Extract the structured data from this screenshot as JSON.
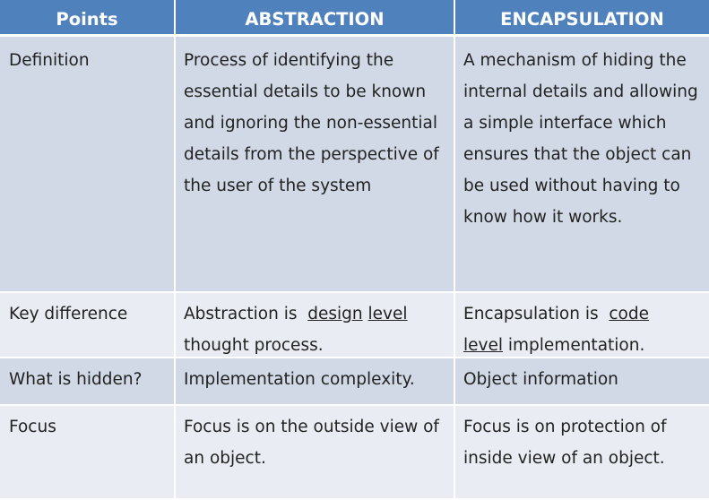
{
  "header": {
    "points": "Points",
    "abstraction": "ABSTRACTION",
    "encapsulation": "ENCAPSULATION"
  },
  "rows": [
    {
      "point": "Definition",
      "abstraction": "Process of  identifying the essential details to be known and ignoring the non-essential details from the perspective of the user of the system",
      "encapsulation": "A mechanism of hiding the internal details and allowing a simple interface which ensures that the object can be used without having to know how it works."
    },
    {
      "point": "Key difference",
      "abstraction": {
        "prefix": "Abstraction is  ",
        "word1": "design",
        "word2": "level",
        "suffix": "thought process."
      },
      "encapsulation": {
        "prefix": "Encapsulation is  ",
        "word1": "code",
        "word2": "level",
        "suffix": " implementation."
      }
    },
    {
      "point": "What is hidden?",
      "abstraction": "Implementation complexity.",
      "encapsulation": "Object information"
    },
    {
      "point": "Focus",
      "abstraction": "Focus is on the outside view of an object.",
      "encapsulation": "Focus is on protection of inside view of an object."
    }
  ],
  "colors": {
    "header_bg": "#4f81bd",
    "row_dark": "#d0d9e5",
    "row_light": "#e9edf3"
  }
}
